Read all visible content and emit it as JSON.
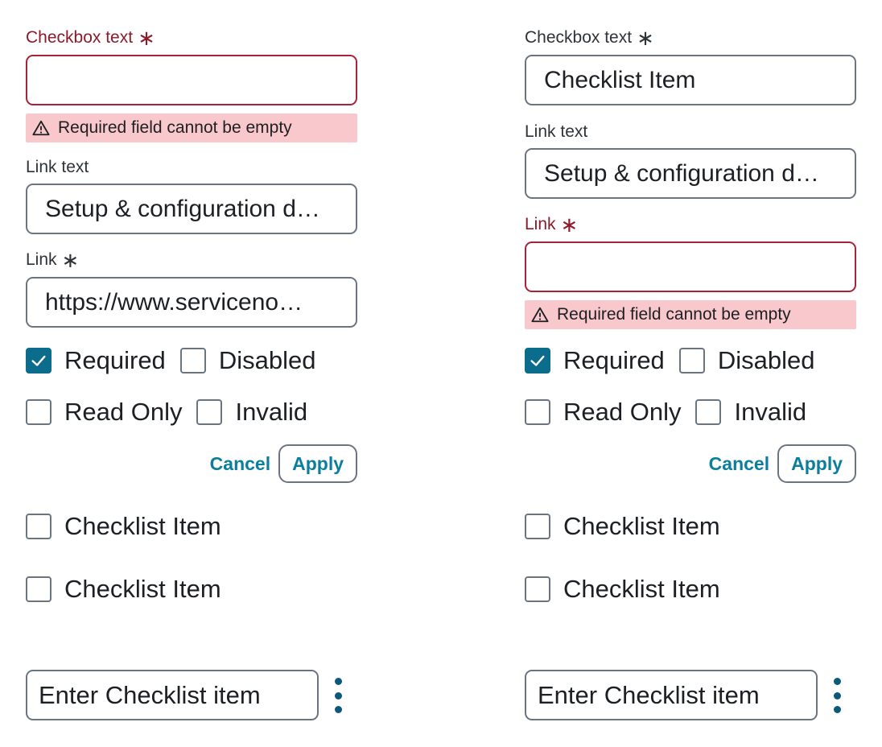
{
  "left": {
    "checkbox_text": {
      "label": "Checkbox text",
      "value": "",
      "error": "Required field cannot be empty"
    },
    "link_text": {
      "label": "Link text",
      "value": "Setup & configuration d…"
    },
    "link": {
      "label": "Link",
      "value": "https://www.serviceno…"
    },
    "options": {
      "required": "Required",
      "disabled": "Disabled",
      "read_only": "Read Only",
      "invalid": "Invalid",
      "required_checked": true
    },
    "cancel_label": "Cancel",
    "apply_label": "Apply",
    "items": [
      {
        "label": "Checklist Item",
        "checked": false
      },
      {
        "label": "Checklist Item",
        "checked": false
      }
    ],
    "entry_value": "Enter Checklist item"
  },
  "right": {
    "checkbox_text": {
      "label": "Checkbox text",
      "value": "Checklist Item"
    },
    "link_text": {
      "label": "Link text",
      "value": "Setup & configuration d…"
    },
    "link": {
      "label": "Link",
      "value": "",
      "error": "Required field cannot be empty"
    },
    "options": {
      "required": "Required",
      "disabled": "Disabled",
      "read_only": "Read Only",
      "invalid": "Invalid",
      "required_checked": true
    },
    "cancel_label": "Cancel",
    "apply_label": "Apply",
    "items": [
      {
        "label": "Checklist Item",
        "checked": false
      },
      {
        "label": "Checklist Item",
        "checked": false
      }
    ],
    "entry_value": "Enter Checklist item"
  },
  "icons": {
    "required_marker": "asterisk-icon",
    "warning": "warning-triangle-icon",
    "check": "checkmark-icon",
    "more": "kebab-menu-icon"
  },
  "colors": {
    "error_text": "#8b1a2b",
    "error_border": "#a8223a",
    "error_bg": "#f8c8cc",
    "accent": "#0b7ea0",
    "checked_bg": "#0b6c8c",
    "border": "#6b7580"
  }
}
